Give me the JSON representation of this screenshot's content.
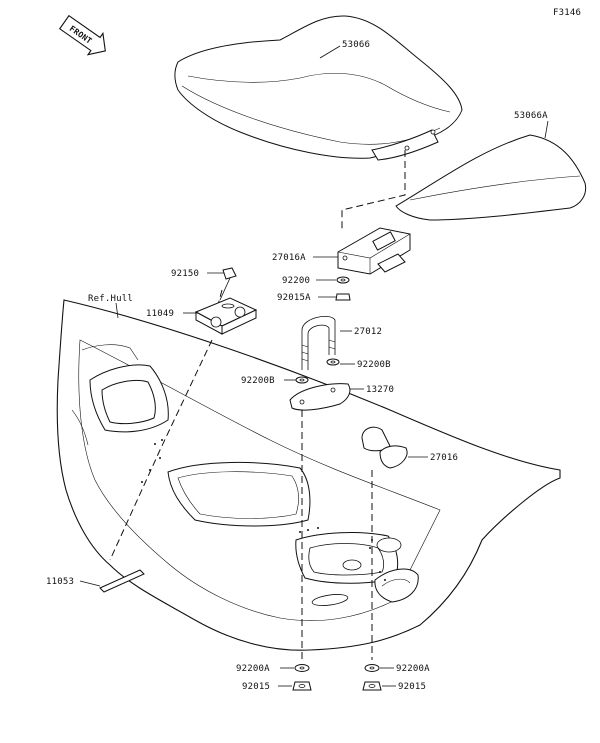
{
  "figure_code": "F3146",
  "front_label": "FRONT",
  "ref_label": "Ref.Hull",
  "parts": {
    "seat_front": "53066",
    "seat_rear": "53066A",
    "latch": "27016A",
    "washer_latch": "92200",
    "nut_latch": "92015A",
    "bolt": "92150",
    "bracket": "11049",
    "u_bolt": "27012",
    "washer_b_right": "92200B",
    "washer_b_left": "92200B",
    "plate": "13270",
    "hook": "27016",
    "strap": "11053",
    "washer_a_left": "92200A",
    "washer_a_right": "92200A",
    "nut_left": "92015",
    "nut_right": "92015"
  }
}
